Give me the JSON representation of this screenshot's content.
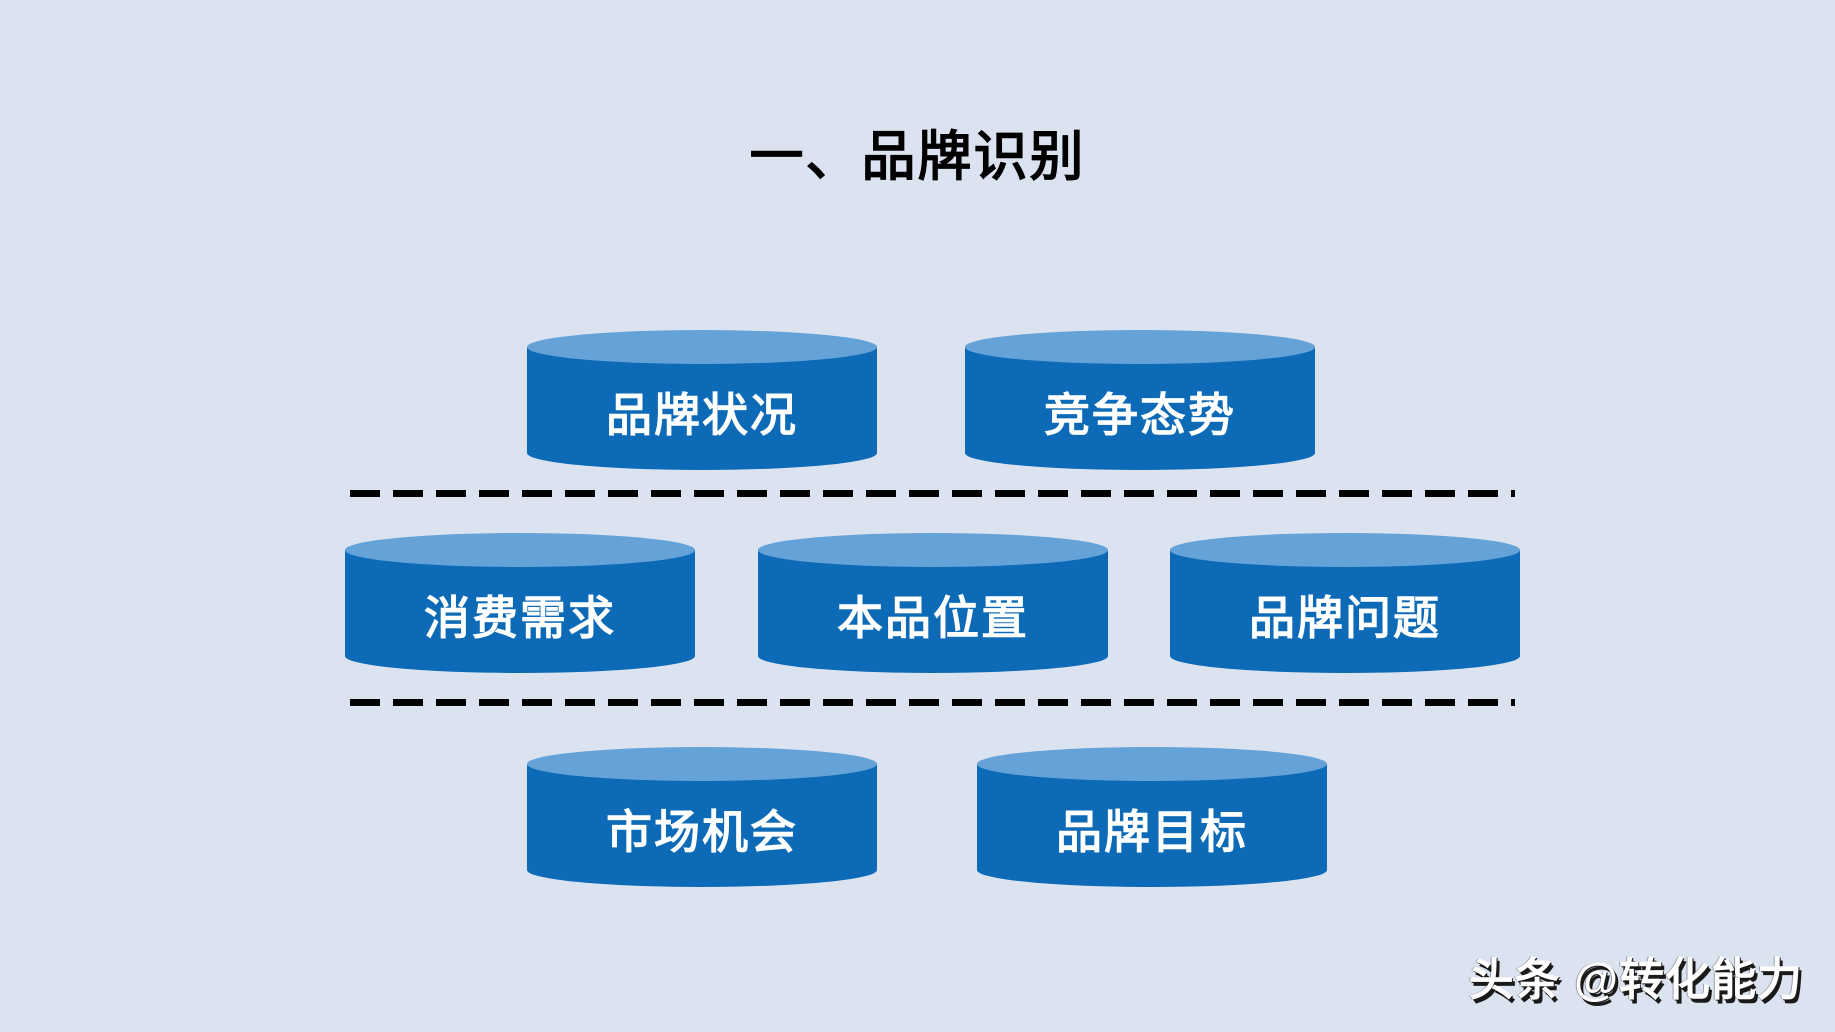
{
  "slide": {
    "title": "一、品牌识别",
    "rows": [
      {
        "cylinders": [
          {
            "label": "品牌状况"
          },
          {
            "label": "竞争态势"
          }
        ]
      },
      {
        "cylinders": [
          {
            "label": "消费需求"
          },
          {
            "label": "本品位置"
          },
          {
            "label": "品牌问题"
          }
        ]
      },
      {
        "cylinders": [
          {
            "label": "市场机会"
          },
          {
            "label": "品牌目标"
          }
        ]
      }
    ],
    "watermark": "头条 @转化能力"
  },
  "colors": {
    "background": "#dbe3f1",
    "cylinder_body": "#0c6ab6",
    "cylinder_top": "#64a2d7",
    "cylinder_text": "#ffffff",
    "title_text": "#000000",
    "divider": "#000000",
    "watermark_text": "#ffffff",
    "watermark_shadow": "#1a1a1a"
  }
}
